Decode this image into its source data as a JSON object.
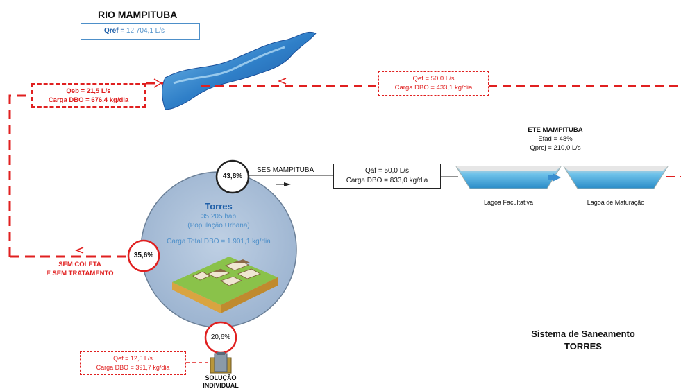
{
  "river": {
    "title": "RIO MAMPITUBA",
    "qref_label": "Qref",
    "qref_value": "12.704,1 L/s"
  },
  "return_flow": {
    "line1": "Qef = 50,0 L/s",
    "line2": "Carga DBO = 433,1 kg/dia"
  },
  "untreated_flow": {
    "line1": "Qeb = 21,5 L/s",
    "line2": "Carga DBO = 676,4 kg/dia"
  },
  "city": {
    "name": "Torres",
    "population": "35.205 hab",
    "population_type": "(População Urbana)",
    "load_total": "Carga Total DBO = 1.901,1 kg/dia"
  },
  "percentages": {
    "ses": "43,8%",
    "sem_coleta": "35,6%",
    "individual": "20,6%"
  },
  "ses": {
    "label": "SES MAMPITUBA",
    "line1": "Qaf = 50,0 L/s",
    "line2": "Carga DBO = 833,0 kg/dia"
  },
  "ete": {
    "title": "ETE MAMPITUBA",
    "eficiencia": "Efad = 48%",
    "qproj": "Qproj = 210,0 L/s",
    "lagoa1": "Lagoa Facultativa",
    "lagoa2": "Lagoa de Maturação"
  },
  "sem_coleta": {
    "line1": "SEM COLETA",
    "line2": "E SEM TRATAMENTO"
  },
  "individual": {
    "line1": "Qef = 12,5 L/s",
    "line2": "Carga DBO = 391,7 kg/dia",
    "label1": "SOLUÇÃO",
    "label2": "INDIVIDUAL"
  },
  "system": {
    "title1": "Sistema de Saneamento",
    "title2": "TORRES"
  },
  "colors": {
    "red": "#e02020",
    "blue": "#1f5fa8",
    "circle_fill": "#a9bfd8",
    "water": "#3a8fd0"
  }
}
